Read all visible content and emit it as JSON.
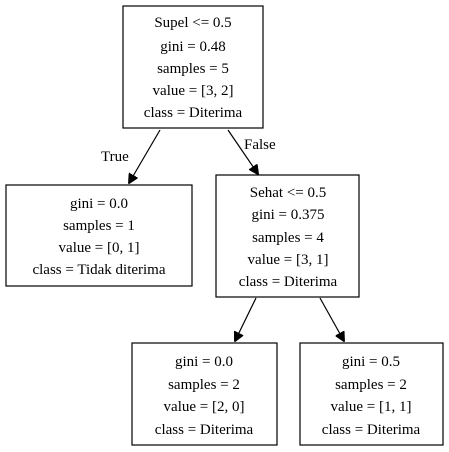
{
  "tree": {
    "nodes": [
      {
        "id": "root",
        "lines": [
          "Supel <= 0.5",
          "gini = 0.48",
          "samples = 5",
          "value = [3, 2]",
          "class = Diterima"
        ]
      },
      {
        "id": "left",
        "lines": [
          "gini = 0.0",
          "samples = 1",
          "value = [0, 1]",
          "class = Tidak diterima"
        ]
      },
      {
        "id": "right",
        "lines": [
          "Sehat <= 0.5",
          "gini = 0.375",
          "samples = 4",
          "value = [3, 1]",
          "class = Diterima"
        ]
      },
      {
        "id": "right-left",
        "lines": [
          "gini = 0.0",
          "samples = 2",
          "value = [2, 0]",
          "class = Diterima"
        ]
      },
      {
        "id": "right-right",
        "lines": [
          "gini = 0.5",
          "samples = 2",
          "value = [1, 1]",
          "class = Diterima"
        ]
      }
    ],
    "edges": [
      {
        "from": "root",
        "to": "left",
        "label": "True"
      },
      {
        "from": "root",
        "to": "right",
        "label": "False"
      },
      {
        "from": "right",
        "to": "right-left",
        "label": ""
      },
      {
        "from": "right",
        "to": "right-right",
        "label": ""
      }
    ]
  }
}
